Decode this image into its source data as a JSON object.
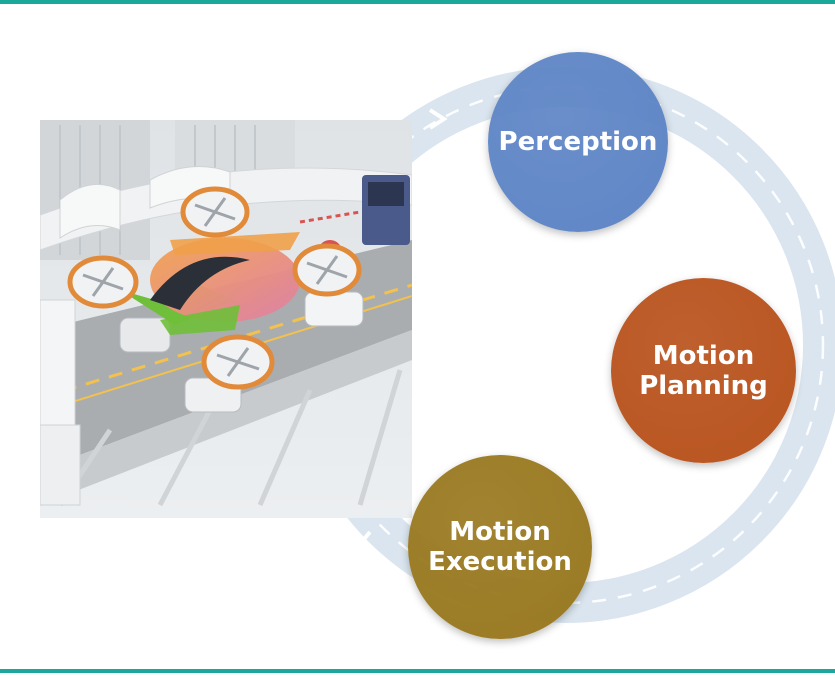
{
  "colors": {
    "rule": "#1aa89a",
    "ring": "#d3e0ec",
    "ring_dash": "#ffffff",
    "perception": "#5f86c6",
    "planning": "#b9541f",
    "execution": "#9a7a22"
  },
  "diagram": {
    "nodes": [
      {
        "id": "perception",
        "label_lines": [
          "Perception"
        ]
      },
      {
        "id": "planning",
        "label_lines": [
          "Motion",
          "Planning"
        ]
      },
      {
        "id": "execution",
        "label_lines": [
          "Motion",
          "Execution"
        ]
      }
    ]
  },
  "illustration": {
    "subject": "eVTOL air taxi with four ducted rotors flying above an elevated highway with cars and trucks",
    "icon": "air-taxi-illustration"
  }
}
